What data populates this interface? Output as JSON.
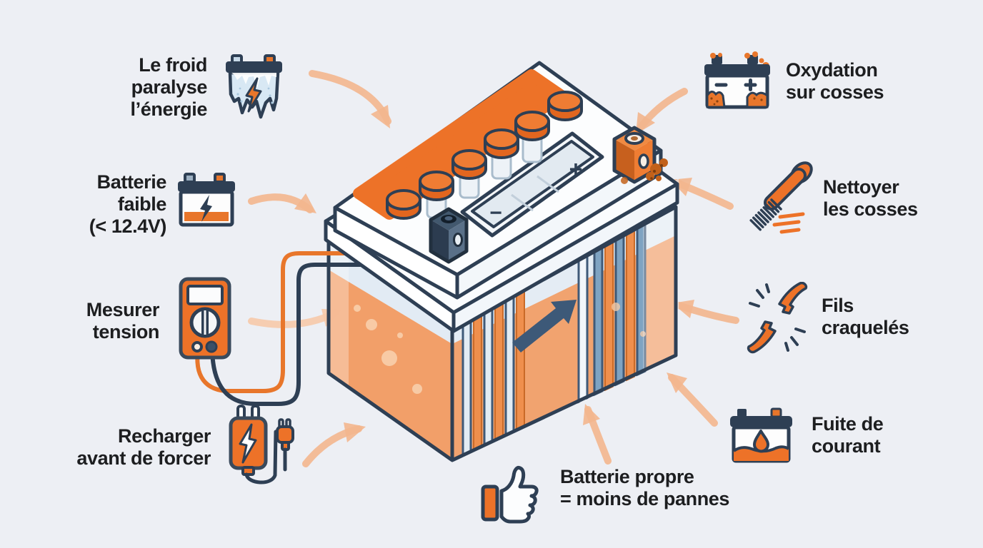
{
  "background_color": "#EDEFF4",
  "colors": {
    "accent_orange": "#ED7228",
    "outline_navy": "#2E3F54",
    "peach_arrow": "#F3B68E",
    "liquid_orange": "#F29A61",
    "ink_text": "#1D1E20"
  },
  "battery": {
    "plus_symbol": "+",
    "minus_symbol": "−"
  },
  "callouts": {
    "left": [
      {
        "id": "froid",
        "icon": "frozen-battery-icon",
        "lines": [
          "Le froid",
          "paralyse",
          "l’énergie"
        ]
      },
      {
        "id": "faible",
        "icon": "weak-battery-icon",
        "lines": [
          "Batterie",
          "faible",
          "(< 12.4V)"
        ]
      },
      {
        "id": "mesurer",
        "icon": "multimeter-icon",
        "lines": [
          "Mesurer",
          "tension"
        ]
      },
      {
        "id": "recharger",
        "icon": "charger-icon",
        "lines": [
          "Recharger",
          "avant de forcer"
        ]
      }
    ],
    "right": [
      {
        "id": "oxydation",
        "icon": "corroded-battery-icon",
        "lines": [
          "Oxydation",
          "sur cosses"
        ]
      },
      {
        "id": "nettoyer",
        "icon": "wire-brush-icon",
        "lines": [
          "Nettoyer",
          "les cosses"
        ]
      },
      {
        "id": "fils",
        "icon": "broken-wire-icon",
        "lines": [
          "Fils",
          "craquelés"
        ]
      },
      {
        "id": "fuite",
        "icon": "leaking-battery-icon",
        "lines": [
          "Fuite de",
          "courant"
        ]
      }
    ],
    "bottom": {
      "id": "propre",
      "icon": "thumbs-up-icon",
      "lines": [
        "Batterie propre",
        "= moins de pannes"
      ]
    }
  }
}
